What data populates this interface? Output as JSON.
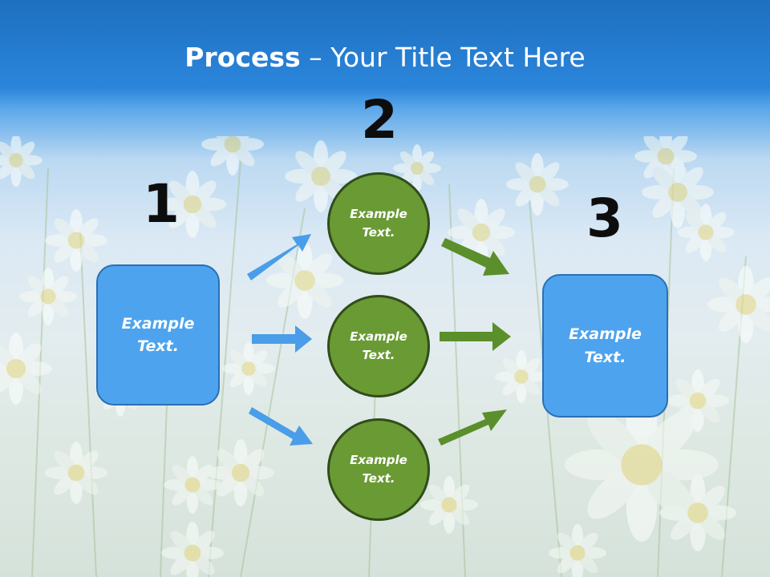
{
  "slide": {
    "title_bold": "Process",
    "title_rest": " – Your Title Text Here"
  },
  "steps": {
    "one": "1",
    "two": "2",
    "three": "3"
  },
  "left_box": {
    "label": "Example Text."
  },
  "circles": [
    {
      "label": "Example Text."
    },
    {
      "label": "Example Text."
    },
    {
      "label": "Example Text."
    }
  ],
  "right_box": {
    "label": "Example Text."
  },
  "colors": {
    "box_fill": "#4da3ee",
    "circle_fill": "#6a9a34",
    "blue_arrow": "#4a9de8",
    "green_arrow": "#5b8f2b"
  }
}
